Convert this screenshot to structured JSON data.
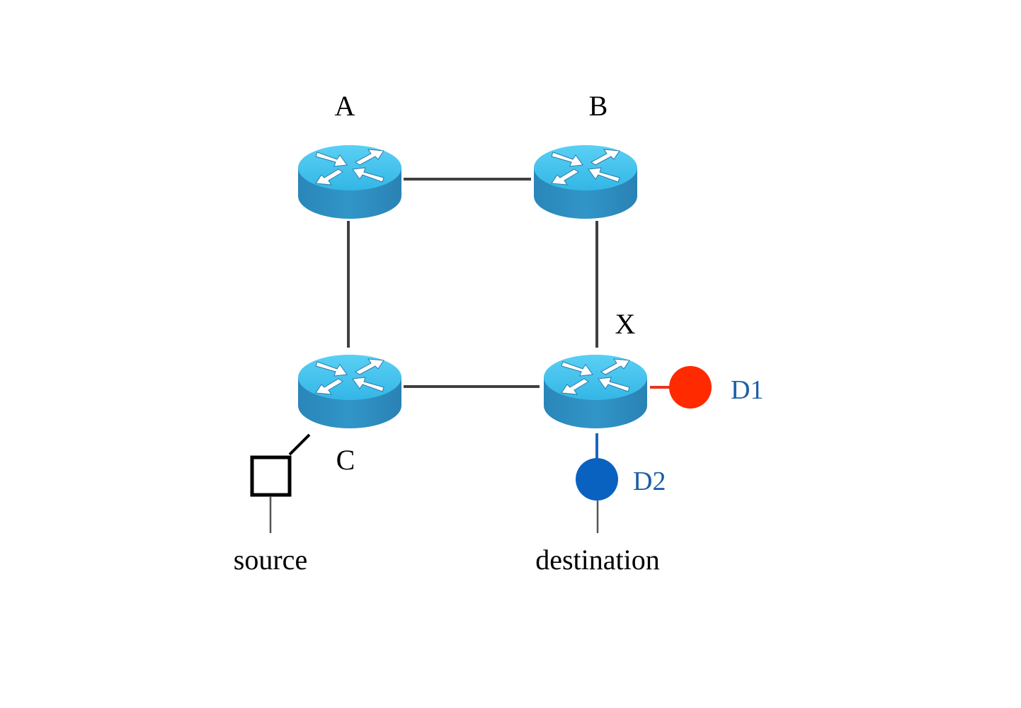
{
  "routers": [
    {
      "id": "A",
      "label": "A"
    },
    {
      "id": "B",
      "label": "B"
    },
    {
      "id": "C",
      "label": "C"
    },
    {
      "id": "X",
      "label": "X"
    }
  ],
  "links": [
    {
      "from": "A",
      "to": "B"
    },
    {
      "from": "A",
      "to": "C"
    },
    {
      "from": "B",
      "to": "X"
    },
    {
      "from": "C",
      "to": "X"
    }
  ],
  "endpoints": {
    "source": {
      "label": "source"
    },
    "destination": {
      "label": "destination"
    }
  },
  "destinations": [
    {
      "id": "D1",
      "label": "D1",
      "color": "#ff2a00",
      "link_color": "#e8341c"
    },
    {
      "id": "D2",
      "label": "D2",
      "color": "#0a62c0",
      "link_color": "#1a66c2"
    }
  ],
  "colors": {
    "router_top": "#3ec3ee",
    "router_body": "#2d8cbd",
    "link": "#404040",
    "label_blue": "#1a5fa8"
  }
}
